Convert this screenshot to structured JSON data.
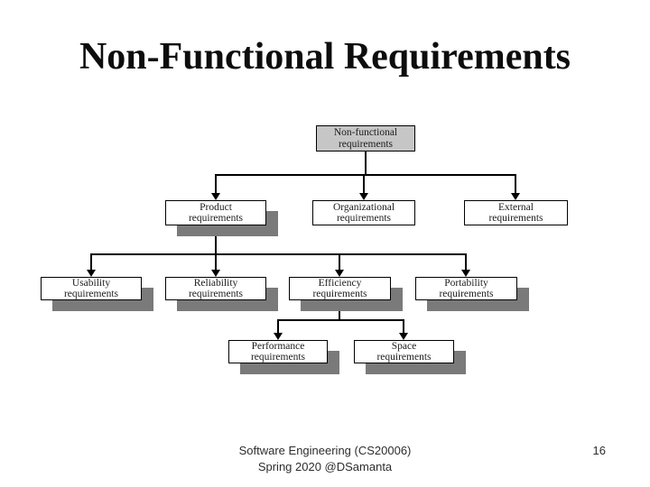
{
  "slide": {
    "title": "Non-Functional Requirements",
    "footer": {
      "line1": "Software Engineering (CS20006)",
      "line2": "Spring 2020 @DSamanta",
      "page_number": "16"
    }
  },
  "diagram": {
    "type": "tree",
    "description": "Hierarchy of non-functional requirement types",
    "colors": {
      "root_fill": "#c6c6c6",
      "box_fill": "#ffffff",
      "border": "#000000",
      "connector": "#000000",
      "drop_shadow": "#7a7a7a"
    },
    "nodes": [
      {
        "id": "non-functional",
        "line1": "Non-functional",
        "line2": "requirements",
        "label": "Non-functional requirements",
        "parent": null
      },
      {
        "id": "product",
        "line1": "Product",
        "line2": "requirements",
        "label": "Product requirements",
        "parent": "non-functional"
      },
      {
        "id": "organizational",
        "line1": "Organizational",
        "line2": "requirements",
        "label": "Organizational requirements",
        "parent": "non-functional"
      },
      {
        "id": "external",
        "line1": "External",
        "line2": "requirements",
        "label": "External requirements",
        "parent": "non-functional"
      },
      {
        "id": "usability",
        "line1": "Usability",
        "line2": "requirements",
        "label": "Usability requirements",
        "parent": "product"
      },
      {
        "id": "reliability",
        "line1": "Reliability",
        "line2": "requirements",
        "label": "Reliability requirements",
        "parent": "product"
      },
      {
        "id": "efficiency",
        "line1": "Efficiency",
        "line2": "requirements",
        "label": "Efficiency requirements",
        "parent": "product"
      },
      {
        "id": "portability",
        "line1": "Portability",
        "line2": "requirements",
        "label": "Portability requirements",
        "parent": "product"
      },
      {
        "id": "performance",
        "line1": "Performance",
        "line2": "requirements",
        "label": "Performance requirements",
        "parent": "efficiency"
      },
      {
        "id": "space",
        "line1": "Space",
        "line2": "requirements",
        "label": "Space requirements",
        "parent": "efficiency"
      }
    ]
  }
}
